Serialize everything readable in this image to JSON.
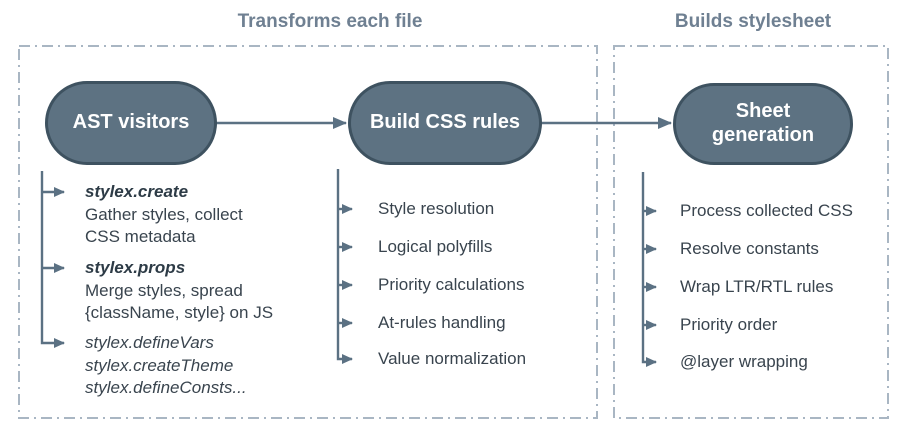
{
  "sections": {
    "transforms": {
      "title": "Transforms each file"
    },
    "builds": {
      "title": "Builds stylesheet"
    }
  },
  "nodes": {
    "ast": {
      "label": "AST visitors"
    },
    "build": {
      "label": "Build CSS rules"
    },
    "sheet": {
      "label": "Sheet generation"
    }
  },
  "ast_details": [
    {
      "api": "stylex.create",
      "desc1": "Gather styles, collect",
      "desc2": "CSS metadata"
    },
    {
      "api": "stylex.props",
      "desc1": "Merge styles, spread",
      "desc2": "{className, style} on JS"
    },
    {
      "api": "stylex.defineVars",
      "desc1": "stylex.createTheme",
      "desc2": "stylex.defineConsts..."
    }
  ],
  "build_steps": [
    "Style resolution",
    "Logical polyfills",
    "Priority calculations",
    "At-rules handling",
    "Value normalization"
  ],
  "sheet_steps": [
    "Process collected CSS",
    "Resolve constants",
    "Wrap LTR/RTL rules",
    "Priority order",
    "@layer wrapping"
  ],
  "colors": {
    "node_fill": "#5d7282",
    "node_border": "#3e5260",
    "node_text": "#ffffff",
    "connector": "#5b7183",
    "dashed_border": "#a9b6c3",
    "section_title": "#6f8092",
    "body_text": "#39444e",
    "heading_text": "#2d3b46",
    "background": "#ffffff"
  }
}
